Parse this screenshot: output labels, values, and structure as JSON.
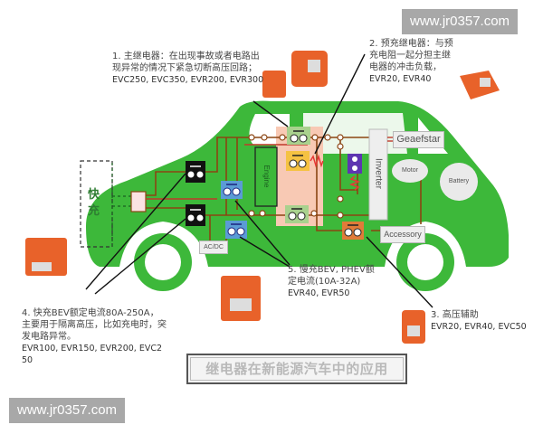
{
  "watermarks": {
    "top": "www.jr0357.com",
    "bottom": "www.jr0357.com"
  },
  "annotations": {
    "note1": {
      "text": "1. 主继电器：在出现事故或者电路出现异常的情况下紧急切断高压回路；",
      "models": "EVC250, EVC350, EVR200, EVR300"
    },
    "note2": {
      "text": "2. 预充继电器：与预充电阻一起分担主继电器的冲击负载，",
      "models": "EVR20, EVR40"
    },
    "note3": {
      "text": "3. 高压辅助",
      "models": "EVR20, EVR40, EVC50"
    },
    "note4": {
      "text": "4. 快充BEV额定电流80A-250A，主要用于隔离高压，比如充电时，突发电路异常。",
      "models": "EVR100, EVR150, EVR200, EVC250"
    },
    "note5": {
      "text": "5. 慢充BEV, PHEV额定电流(10A-32A)",
      "models": "EVR40, EVR50"
    }
  },
  "diagram": {
    "fast_charge_label": "快充",
    "components": {
      "generator": "Geaefstar",
      "inverter": "Inverter",
      "motor": "Motor",
      "battery": "Battery",
      "accessory": "Accessory",
      "acdc": "AC/DC",
      "engine": "Engine"
    },
    "colors": {
      "car_body": "#3db83a",
      "wire": "#8b4513",
      "wire_hv": "#c0392b",
      "relay_main": "#a9d18e",
      "relay_precharge": "#f5c242",
      "relay_fast": "#111111",
      "relay_slow": "#5b9bd5",
      "relay_aux": "#e07b39",
      "hv_zone": "#f8c9b4",
      "relay_product": "#e8622a"
    }
  },
  "caption": "继电器在新能源汽车中的应用"
}
